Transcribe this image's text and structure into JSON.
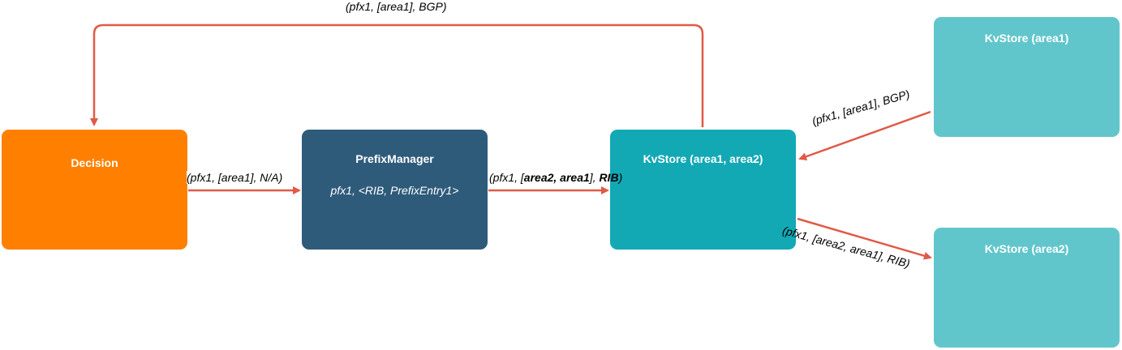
{
  "nodes": {
    "decision": {
      "title": "Decision",
      "color": "#ff8000"
    },
    "prefixmanager": {
      "title": "PrefixManager",
      "content": "pfx1, <RIB, PrefixEntry1>",
      "color": "#2f5b7b"
    },
    "kvstore_main": {
      "title": "KvStore (area1, area2)",
      "color": "#12a9b5"
    },
    "kvstore_area1": {
      "title": "KvStore (area1)",
      "color": "#61c6cc"
    },
    "kvstore_area2": {
      "title": "KvStore (area2)",
      "color": "#61c6cc"
    }
  },
  "edges": {
    "kvstore_to_decision": {
      "label": "(pfx1, [area1], BGP)"
    },
    "decision_to_prefixmanager": {
      "label": "(pfx1, [area1], N/A)"
    },
    "prefixmanager_to_kvstore": {
      "label_prefix": "(pfx1, [",
      "label_bold1": "area2, area1",
      "label_mid": "], ",
      "label_bold2": "RIB",
      "label_suffix": ")"
    },
    "kvstore_area1_to_kvstore": {
      "label": "(pfx1, [area1], BGP)"
    },
    "kvstore_to_kvstore_area2": {
      "label": "(pfx1, [area2, area1], RIB)"
    }
  },
  "edge_color": "#e05a47"
}
